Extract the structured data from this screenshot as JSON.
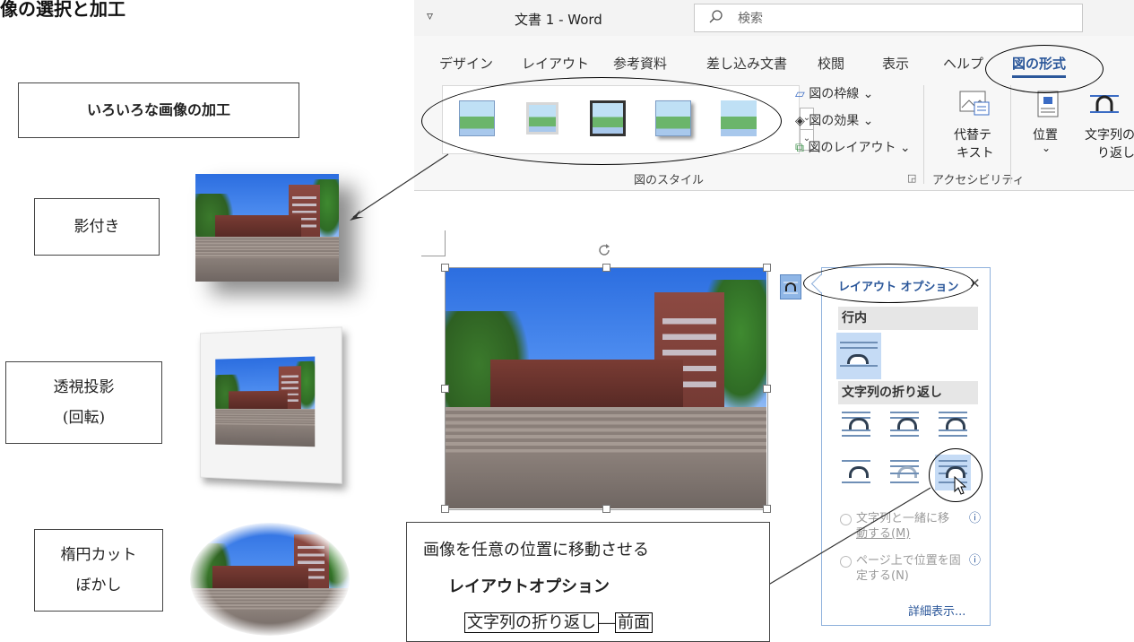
{
  "page": {
    "heading": "像の選択と加工"
  },
  "callouts": {
    "main": "いろいろな画像の加工",
    "shadow": "影付き",
    "perspective_1": "透視投影",
    "perspective_2": "(回転)",
    "ellipse_1": "楕円カット",
    "ellipse_2": "ぼかし"
  },
  "word": {
    "qat_icon": "▿",
    "title": "文書 1 - Word",
    "search_placeholder": "検索",
    "tabs": [
      {
        "label": "デザイン"
      },
      {
        "label": "レイアウト"
      },
      {
        "label": "参考資料"
      },
      {
        "label": "差し込み文書"
      },
      {
        "label": "校閲"
      },
      {
        "label": "表示"
      },
      {
        "label": "ヘルプ"
      },
      {
        "label": "図の形式",
        "active": true
      }
    ],
    "picture_styles": {
      "commands": [
        "図の枠線 ⌄",
        "図の効果 ⌄",
        "図のレイアウト ⌄"
      ],
      "group_label": "図のスタイル"
    },
    "accessibility": {
      "alt_text_1": "代替テ",
      "alt_text_2": "キスト",
      "group_label": "アクセシビリティ"
    },
    "arrange": {
      "position_1": "位置",
      "position_2": "⌄",
      "wrap_1": "文字列の",
      "wrap_2": "り返し ⌄"
    },
    "accent_color": "#2b579a"
  },
  "layout_options": {
    "title": "レイアウト オプション",
    "close": "✕",
    "inline_section": "行内",
    "wrap_section": "文字列の折り返し",
    "move_with_text_1": "文字列と一緒に移",
    "move_with_text_2": "動する(M)",
    "fix_on_page_1": "ページ上で位置を固",
    "fix_on_page_2": "定する(N)",
    "info": "ⓘ",
    "see_more": "詳細表示..."
  },
  "note": {
    "line1": "画像を任意の位置に移動させる",
    "line2": "レイアウトオプション",
    "line3_boxed": "文字列の折り返し",
    "line3_dash": "―",
    "line3_end": "前面"
  }
}
